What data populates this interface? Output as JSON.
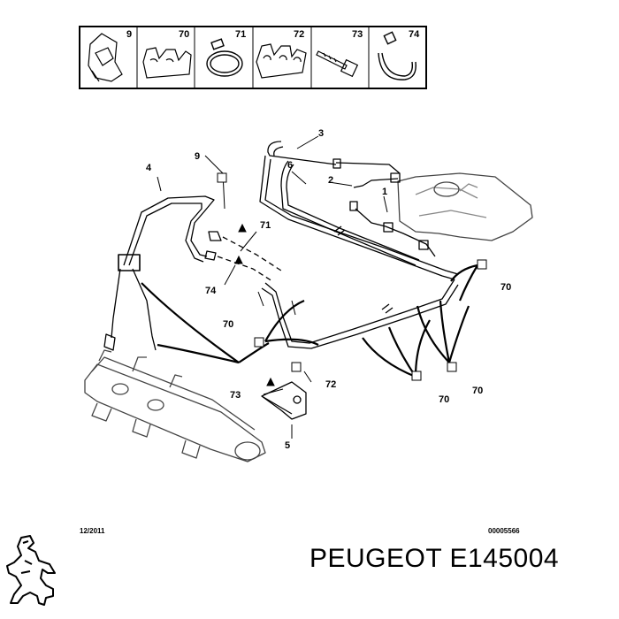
{
  "legend": {
    "cells": [
      {
        "number": "9",
        "icon": "clip-icon"
      },
      {
        "number": "70",
        "icon": "double-clip-icon"
      },
      {
        "number": "71",
        "icon": "hose-clamp-icon"
      },
      {
        "number": "72",
        "icon": "multi-clip-icon"
      },
      {
        "number": "73",
        "icon": "bolt-icon"
      },
      {
        "number": "74",
        "icon": "band-clamp-icon"
      }
    ]
  },
  "callouts": {
    "c1": "1",
    "c2": "2",
    "c3": "3",
    "c4": "4",
    "c5": "5",
    "c6": "6",
    "c9": "9",
    "c71": "71",
    "c74": "74",
    "c70a": "70",
    "c70b": "70",
    "c70c": "70",
    "c70d": "70",
    "c72": "72",
    "c73": "73"
  },
  "footer": {
    "date": "12/2011",
    "ref": "00005566",
    "brand": "PEUGEOT E145004"
  }
}
